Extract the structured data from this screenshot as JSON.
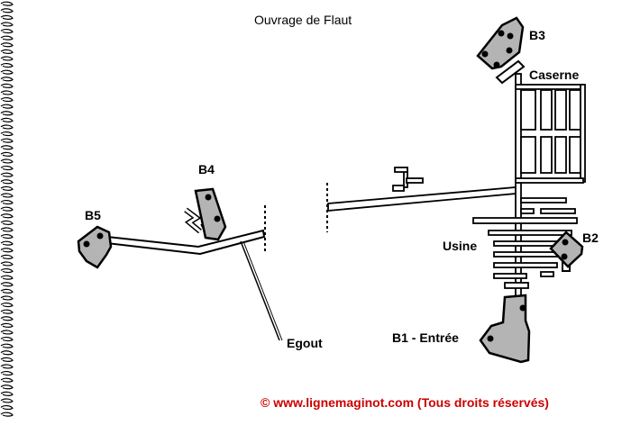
{
  "title": "Ouvrage de Flaut",
  "blocks": {
    "b1": "B1 - Entrée",
    "b2": "B2",
    "b3": "B3",
    "b4": "B4",
    "b5": "B5"
  },
  "labels": {
    "caserne": "Caserne",
    "usine": "Usine",
    "egout": "Egout"
  },
  "copyright": "© www.lignemaginot.com (Tous droits réservés)",
  "colors": {
    "block_fill": "#b4b4b4",
    "outline": "#000000",
    "copyright": "#cc0000"
  }
}
